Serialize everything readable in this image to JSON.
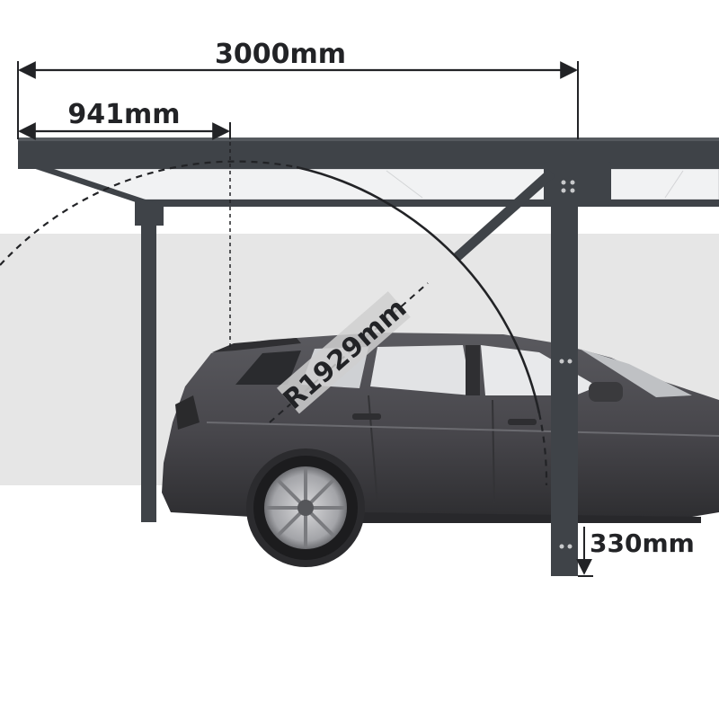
{
  "dimensions": {
    "total_width": "3000mm",
    "overhang": "941mm",
    "door_radius": "R1929mm",
    "post_height_offset": "330mm"
  },
  "colors": {
    "frame": "#3f4348",
    "roof_panel": "#f1f2f3",
    "backdrop": "#e6e6e6",
    "car_body": "#4b4a4e",
    "dimension_line": "#222326",
    "radius_label_bg": "#cfcfcf"
  }
}
